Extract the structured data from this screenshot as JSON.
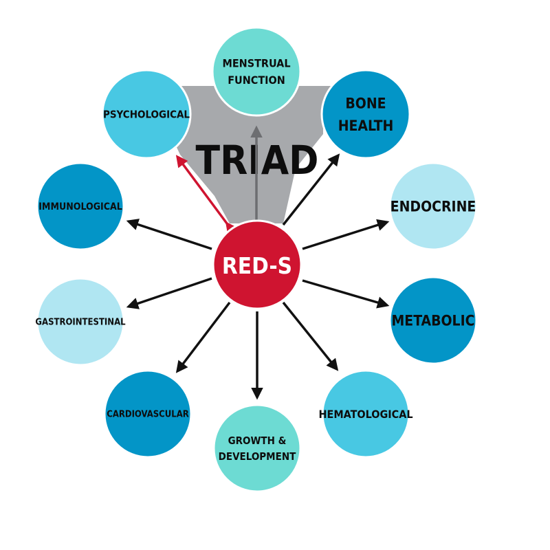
{
  "center": {
    "label": "RED-S",
    "color": "#cf1430"
  },
  "triad": {
    "title": "TRIAD",
    "color": "#a7a9ac"
  },
  "colors": {
    "arrow_black": "#111111",
    "arrow_red": "#cf1430",
    "arrow_grey": "#6d6e71",
    "teal": "#6ddbd3",
    "light_blue": "#b0e6f2",
    "mid_blue": "#48c8e3",
    "dark_blue": "#0395c7"
  },
  "nodes": [
    {
      "id": "menstrual-function",
      "lines": [
        "MENSTRUAL",
        "FUNCTION"
      ],
      "color": "#6ddbd3",
      "arrow": "grey"
    },
    {
      "id": "bone-health",
      "lines": [
        "BONE",
        "HEALTH"
      ],
      "color": "#0395c7",
      "arrow": "black"
    },
    {
      "id": "endocrine",
      "lines": [
        "ENDOCRINE"
      ],
      "color": "#b0e6f2",
      "arrow": "black"
    },
    {
      "id": "metabolic",
      "lines": [
        "METABOLIC"
      ],
      "color": "#0395c7",
      "arrow": "black"
    },
    {
      "id": "hematological",
      "lines": [
        "HEMATOLOGICAL"
      ],
      "color": "#48c8e3",
      "arrow": "black"
    },
    {
      "id": "growth-development",
      "lines": [
        "GROWTH &",
        "DEVELOPMENT"
      ],
      "color": "#6ddbd3",
      "arrow": "black"
    },
    {
      "id": "cardiovascular",
      "lines": [
        "CARDIOVASCULAR"
      ],
      "color": "#0395c7",
      "arrow": "black"
    },
    {
      "id": "gastrointestinal",
      "lines": [
        "GASTROINTESTINAL"
      ],
      "color": "#b0e6f2",
      "arrow": "black"
    },
    {
      "id": "immunological",
      "lines": [
        "IMMUNOLOGICAL"
      ],
      "color": "#0395c7",
      "arrow": "black"
    },
    {
      "id": "psychological",
      "lines": [
        "PSYCHOLOGICAL"
      ],
      "color": "#48c8e3",
      "arrow": "red-double"
    }
  ]
}
